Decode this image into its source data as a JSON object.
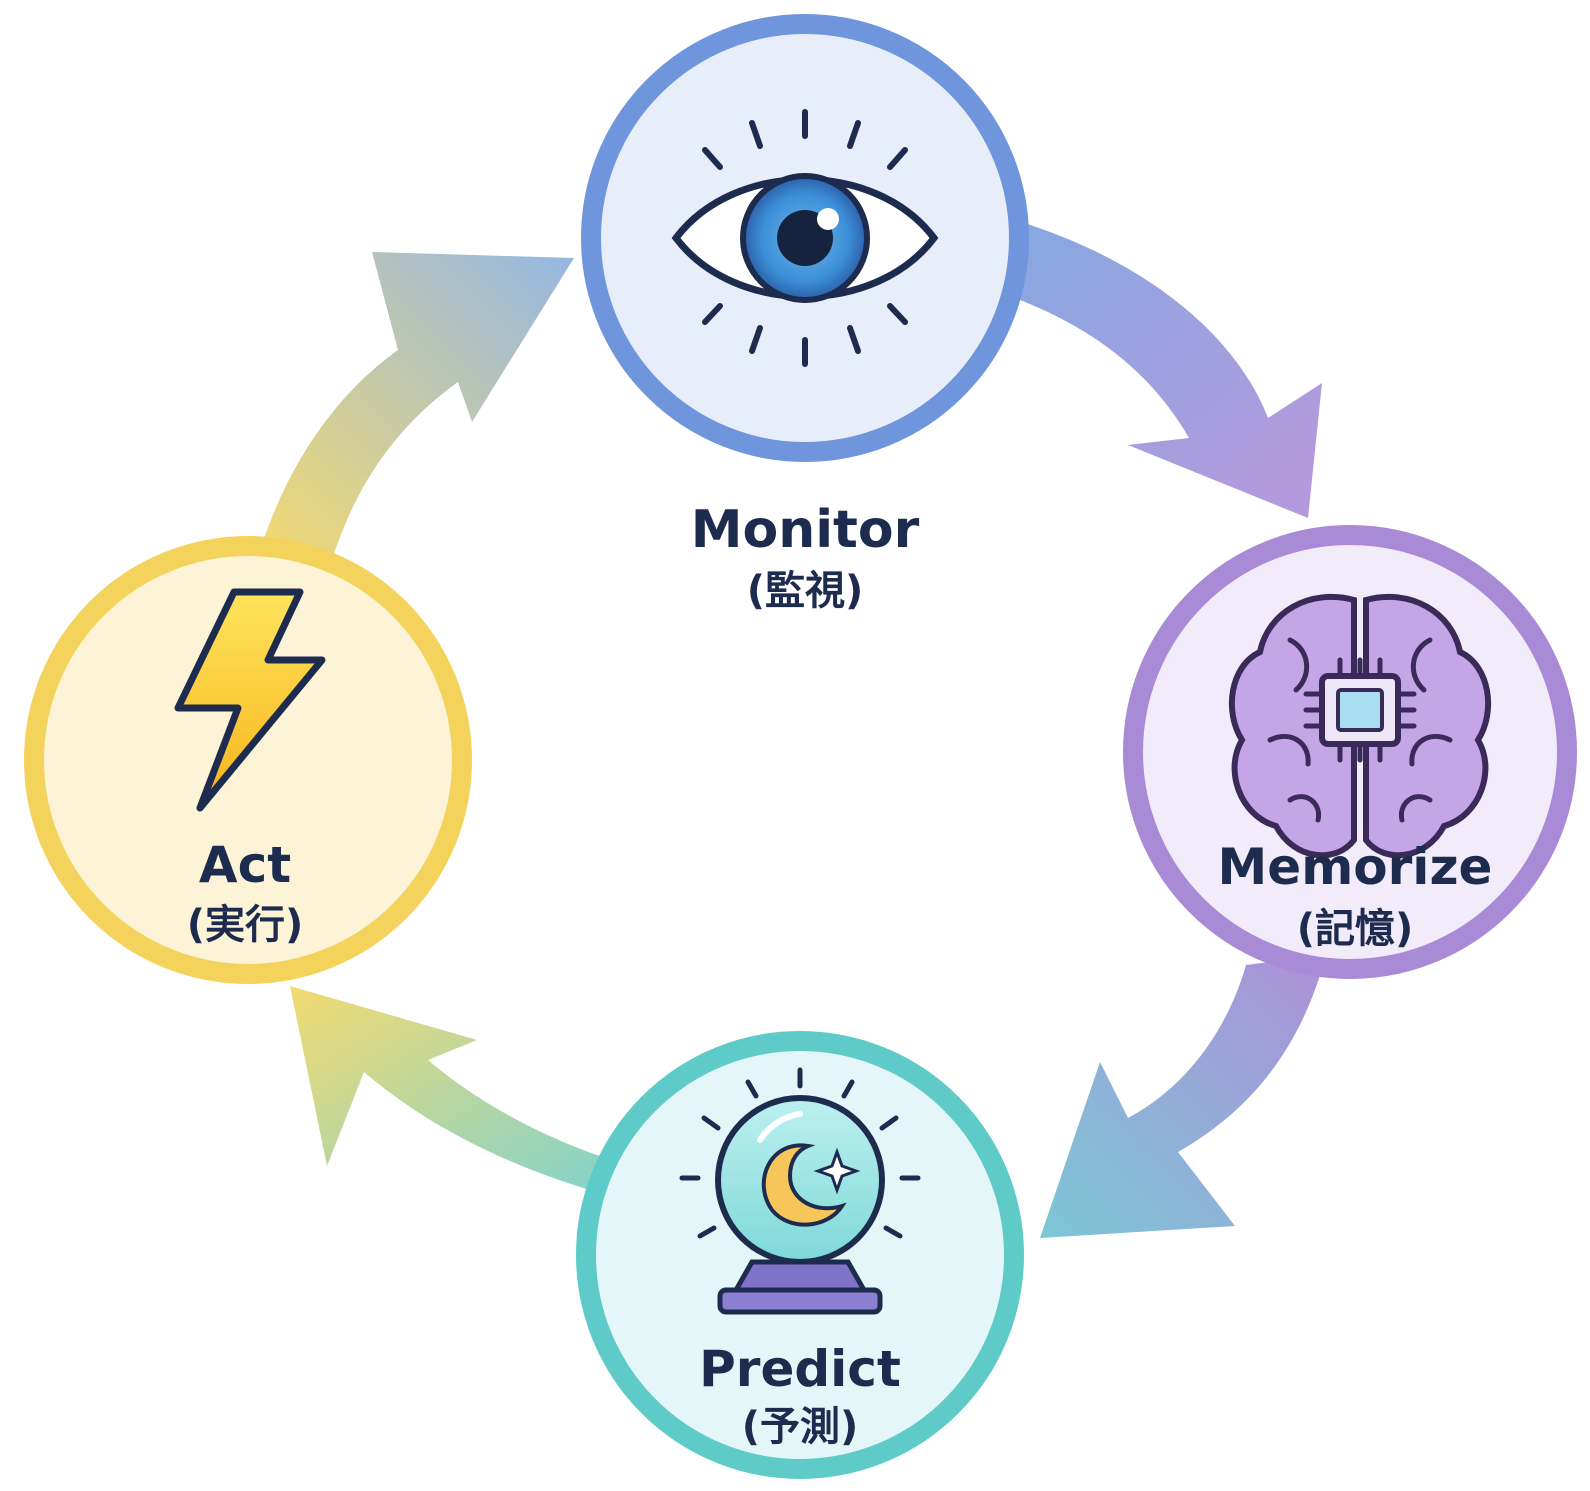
{
  "diagram": {
    "nodes": [
      {
        "id": "monitor",
        "title": "Monitor",
        "subtitle": "(監視)",
        "icon": "eye-icon",
        "border_color": "#6f96dc",
        "fill_color": "#e8eef9"
      },
      {
        "id": "memorize",
        "title": "Memorize",
        "subtitle": "(記憶)",
        "icon": "brain-chip-icon",
        "border_color": "#a98ad6",
        "fill_color": "#f2ebf9"
      },
      {
        "id": "predict",
        "title": "Predict",
        "subtitle": "(予測)",
        "icon": "crystal-ball-icon",
        "border_color": "#5fcbc8",
        "fill_color": "#e4f6f7"
      },
      {
        "id": "act",
        "title": "Act",
        "subtitle": "(実行)",
        "icon": "lightning-bolt-icon",
        "border_color": "#f3d35c",
        "fill_color": "#fdf3d6"
      }
    ],
    "arrows": [
      {
        "from": "monitor",
        "to": "memorize",
        "colors": [
          "#7ea4e0",
          "#b493db"
        ]
      },
      {
        "from": "memorize",
        "to": "predict",
        "colors": [
          "#a98ad6",
          "#74c4d4"
        ]
      },
      {
        "from": "predict",
        "to": "act",
        "colors": [
          "#79d0cc",
          "#f2d869"
        ]
      },
      {
        "from": "act",
        "to": "monitor",
        "colors": [
          "#f2d869",
          "#8fb3e2"
        ]
      }
    ]
  }
}
